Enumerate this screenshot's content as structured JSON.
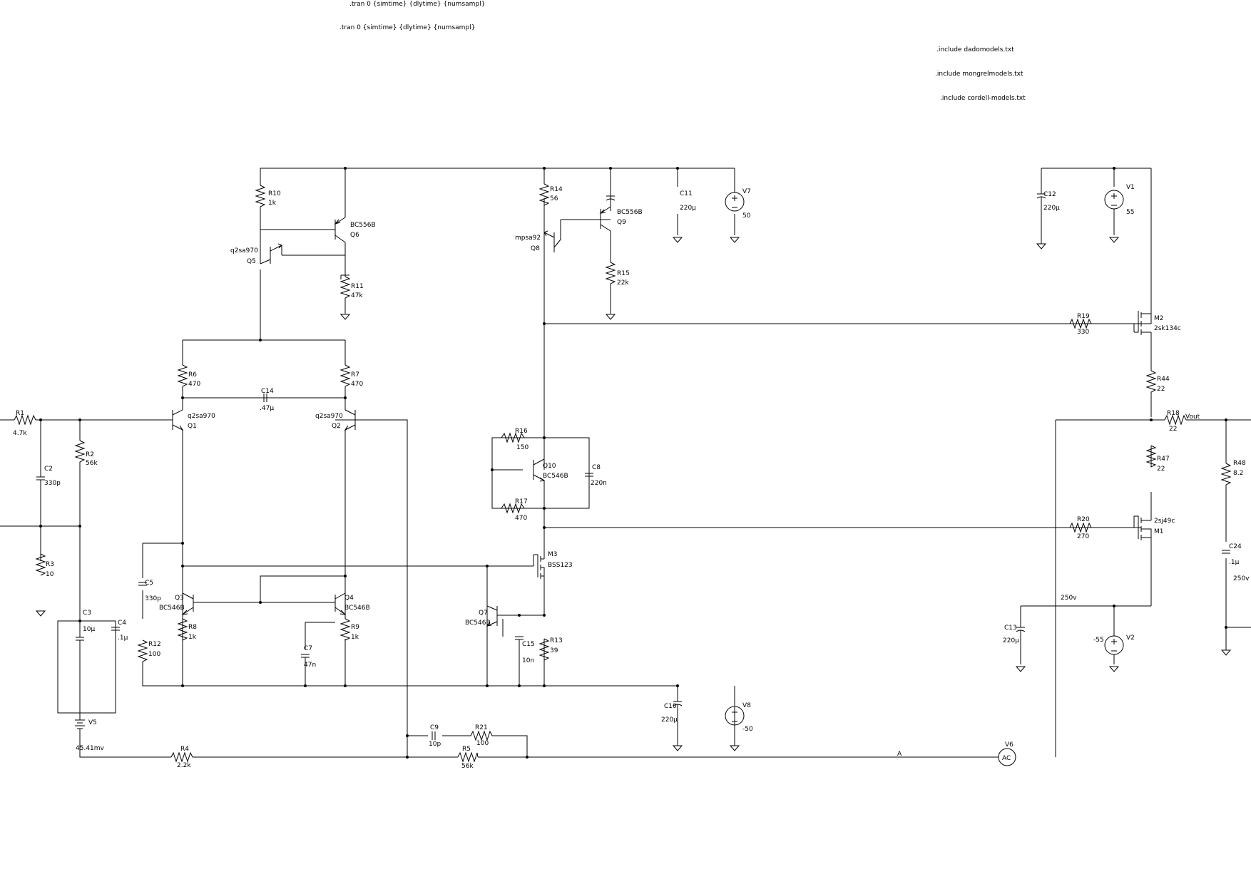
{
  "directives": [
    ".tran 0 {simtime} {dlytime} {numsampl}",
    ".tran 0 {simtime} {dlytime} {numsampl}",
    ".include dadomodels.txt",
    ".include mongrelmodels.txt",
    ".include cordell-models.txt"
  ],
  "components": {
    "R1": {
      "ref": "R1",
      "value": "4.7k"
    },
    "R2": {
      "ref": "R2",
      "value": "56k"
    },
    "R3": {
      "ref": "R3",
      "value": "10"
    },
    "R4": {
      "ref": "R4",
      "value": "2.2k"
    },
    "R5": {
      "ref": "R5",
      "value": "56k"
    },
    "R6": {
      "ref": "R6",
      "value": "470"
    },
    "R7": {
      "ref": "R7",
      "value": "470"
    },
    "R8": {
      "ref": "R8",
      "value": "1k"
    },
    "R9": {
      "ref": "R9",
      "value": "1k"
    },
    "R10": {
      "ref": "R10",
      "value": "1k"
    },
    "R11": {
      "ref": "R11",
      "value": "47k"
    },
    "R12": {
      "ref": "R12",
      "value": "100"
    },
    "R13": {
      "ref": "R13",
      "value": "39"
    },
    "R14": {
      "ref": "R14",
      "value": "56"
    },
    "R15": {
      "ref": "R15",
      "value": "22k"
    },
    "R16": {
      "ref": "R16",
      "value": "150"
    },
    "R17": {
      "ref": "R17",
      "value": "470"
    },
    "R18": {
      "ref": "R18",
      "value": "22"
    },
    "R19": {
      "ref": "R19",
      "value": "330"
    },
    "R20": {
      "ref": "R20",
      "value": "270"
    },
    "R21": {
      "ref": "R21",
      "value": "100"
    },
    "R44": {
      "ref": "R44",
      "value": "22"
    },
    "R47": {
      "ref": "R47",
      "value": "22"
    },
    "R48": {
      "ref": "R48",
      "value": "8.2"
    },
    "C2": {
      "ref": "C2",
      "value": "330p"
    },
    "C3": {
      "ref": "C3",
      "value": "10µ"
    },
    "C4": {
      "ref": "C4",
      "value": ".1µ"
    },
    "C5": {
      "ref": "C5",
      "value": "330p"
    },
    "C7": {
      "ref": "C7",
      "value": "47n"
    },
    "C8": {
      "ref": "C8",
      "value": "220n"
    },
    "C9": {
      "ref": "C9",
      "value": "10p"
    },
    "C10": {
      "ref": "C10",
      "value": "220µ"
    },
    "C11": {
      "ref": "C11",
      "value": "220µ"
    },
    "C12": {
      "ref": "C12",
      "value": "220µ"
    },
    "C13": {
      "ref": "C13",
      "value": "220µ"
    },
    "C14": {
      "ref": "C14",
      "value": ".47µ"
    },
    "C15": {
      "ref": "C15",
      "value": "10n"
    },
    "C24": {
      "ref": "C24",
      "value": ".1µ",
      "extra": "250v"
    },
    "Q1": {
      "ref": "Q1",
      "model": "q2sa970"
    },
    "Q2": {
      "ref": "Q2",
      "model": "q2sa970"
    },
    "Q3": {
      "ref": "Q3",
      "model": "BC546B"
    },
    "Q4": {
      "ref": "Q4",
      "model": "BC546B"
    },
    "Q5": {
      "ref": "Q5",
      "model": "q2sa970"
    },
    "Q6": {
      "ref": "Q6",
      "model": "BC556B"
    },
    "Q7": {
      "ref": "Q7",
      "model": "BC546B"
    },
    "Q8": {
      "ref": "Q8",
      "model": "mpsa92"
    },
    "Q9": {
      "ref": "Q9",
      "model": "BC556B"
    },
    "Q10": {
      "ref": "Q10",
      "model": "BC546B"
    },
    "M1": {
      "ref": "M1",
      "model": "2sj49c"
    },
    "M2": {
      "ref": "M2",
      "model": "2sk134c"
    },
    "M3": {
      "ref": "M3",
      "model": "BSS123"
    },
    "V1": {
      "ref": "V1",
      "value": "55"
    },
    "V2": {
      "ref": "V2",
      "value": "-55"
    },
    "V5": {
      "ref": "V5",
      "value": "45.41mv"
    },
    "V6": {
      "ref": "V6",
      "value": "AC"
    },
    "V7": {
      "ref": "V7",
      "value": "50"
    },
    "V8": {
      "ref": "V8",
      "value": "-50"
    }
  },
  "nets": {
    "vout": "Vout",
    "a": "A",
    "hv": "250v"
  }
}
